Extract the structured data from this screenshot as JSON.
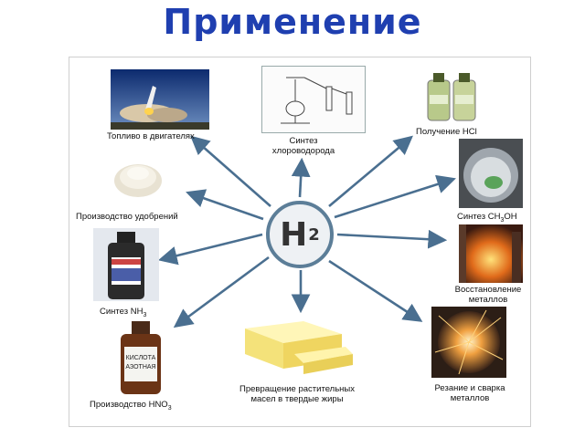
{
  "title": "Применение",
  "center": {
    "symbol": "H",
    "subscript": "2"
  },
  "applications": [
    {
      "text": "Топливо в двигателях"
    },
    {
      "line1": "Синтез",
      "line2": "хлороводорода"
    },
    {
      "text": "Получение HCl"
    },
    {
      "text": "Производство удобрений"
    },
    {
      "prefix": "Синтез CH",
      "sub": "3",
      "suffix": "OH"
    },
    {
      "prefix": "Синтез NH",
      "sub": "3"
    },
    {
      "line1": "Восстановление",
      "line2": "металлов"
    },
    {
      "prefix": "Производство HNO",
      "sub": "3"
    },
    {
      "line1": "Превращение растительных",
      "line2": "масел в твердые жиры"
    },
    {
      "line1": "Резание и сварка",
      "line2": "металлов"
    }
  ],
  "bottle_label": {
    "line1": "КИСЛОТА",
    "line2": "АЗОТНАЯ"
  },
  "colors": {
    "title": "#1f3fb0",
    "arrow": "#4a6f90",
    "ring": "#5c7e98"
  }
}
